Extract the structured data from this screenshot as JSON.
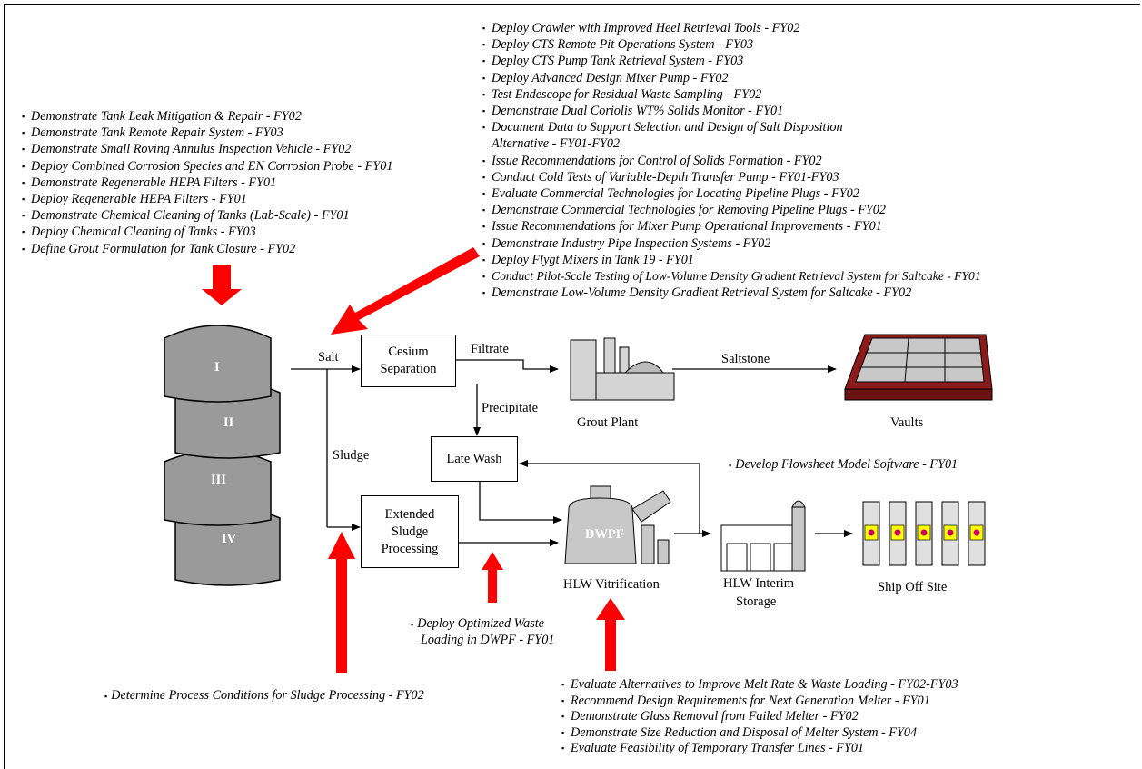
{
  "tank_list": [
    "Demonstrate Tank Leak Mitigation & Repair - FY02",
    "Demonstrate Tank Remote Repair System - FY03",
    "Demonstrate Small Roving Annulus Inspection Vehicle - FY02",
    "Deploy Combined Corrosion Species and EN Corrosion Probe - FY01",
    "Demonstrate Regenerable HEPA Filters - FY01",
    "Deploy Regenerable HEPA Filters - FY01",
    "Demonstrate Chemical Cleaning of Tanks (Lab-Scale) - FY01",
    "Deploy Chemical Cleaning of Tanks - FY03",
    "Define Grout Formulation for Tank Closure - FY02"
  ],
  "retrieval_list": [
    "Deploy Crawler with Improved Heel Retrieval Tools - FY02",
    "Deploy CTS Remote Pit Operations System - FY03",
    "Deploy CTS Pump Tank Retrieval System - FY03",
    "Deploy Advanced Design Mixer Pump - FY02",
    "Test Endescope for Residual Waste Sampling - FY02",
    "Demonstrate Dual Coriolis WT% Solids Monitor - FY01",
    "Document Data to Support Selection and Design of Salt Disposition",
    "Alternative - FY01-FY02",
    "Issue Recommendations for Control of Solids Formation - FY02",
    "Conduct Cold Tests of Variable-Depth Transfer Pump - FY01-FY03",
    "Evaluate Commercial Technologies for Locating Pipeline Plugs - FY02",
    "Demonstrate Commercial Technologies for Removing Pipeline Plugs - FY02",
    "Issue Recommendations for Mixer Pump Operational Improvements - FY01",
    "Demonstrate Industry Pipe Inspection Systems - FY02",
    "Deploy Flygt Mixers in Tank 19 - FY01",
    "Conduct Pilot-Scale Testing of Low-Volume Density Gradient Retrieval System for Saltcake - FY01",
    "Demonstrate Low-Volume Density Gradient Retrieval System for Saltcake - FY02"
  ],
  "melter_list": [
    "Evaluate Alternatives to Improve Melt Rate & Waste Loading - FY02-FY03",
    "Recommend Design Requirements for Next Generation Melter - FY01",
    "Demonstrate Glass Removal from Failed Melter - FY02",
    "Demonstrate Size Reduction and Disposal of Melter System - FY04",
    "Evaluate Feasibility of Temporary Transfer Lines - FY01"
  ],
  "flowsheet_item": "Develop Flowsheet Model Software - FY01",
  "sludge_item": "Determine Process Conditions for Sludge Processing - FY02",
  "dwpf_item_1": "Deploy Optimized Waste",
  "dwpf_item_2": "Loading in DWPF - FY01",
  "tanks": [
    "I",
    "II",
    "III",
    "IV"
  ],
  "labels": {
    "salt": "Salt",
    "sludge": "Sludge",
    "filtrate": "Filtrate",
    "precipitate": "Precipitate",
    "saltstone": "Saltstone",
    "grout_plant": "Grout Plant",
    "vaults": "Vaults",
    "hlw_vit": "HLW Vitrification",
    "hlw_storage_1": "HLW Interim",
    "hlw_storage_2": "Storage",
    "ship": "Ship Off Site",
    "dwpf": "DWPF"
  },
  "boxes": {
    "cesium": "Cesium\nSeparation",
    "late_wash": "Late Wash",
    "esp": "Extended\nSludge\nProcessing"
  },
  "colors": {
    "red_arrow": "#ff0000",
    "tank_fill": "#999999",
    "vault_red": "#8b1a1a",
    "canister_yellow": "#ffff00"
  }
}
